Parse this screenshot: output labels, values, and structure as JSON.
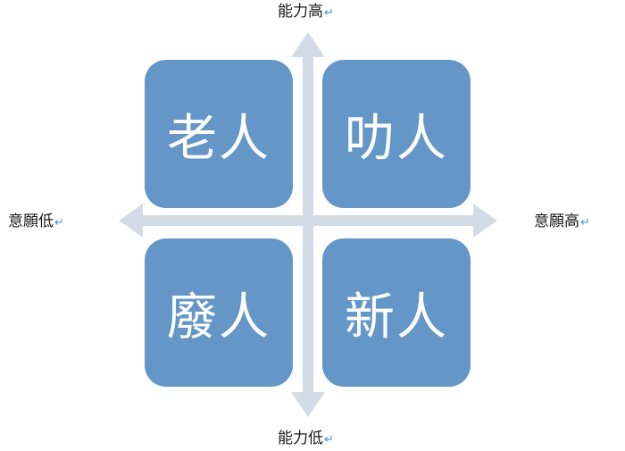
{
  "axes": {
    "top": "能力高",
    "bottom": "能力低",
    "left": "意願低",
    "right": "意願高",
    "paragraph_mark": "↵"
  },
  "quadrants": {
    "top_left": "老人",
    "top_right": "叻人",
    "bottom_left": "廢人",
    "bottom_right": "新人"
  },
  "colors": {
    "quadrant_fill": "#6497c8",
    "axis_arrow": "#d3dbe6",
    "paragraph_mark": "#4a8fd8"
  }
}
